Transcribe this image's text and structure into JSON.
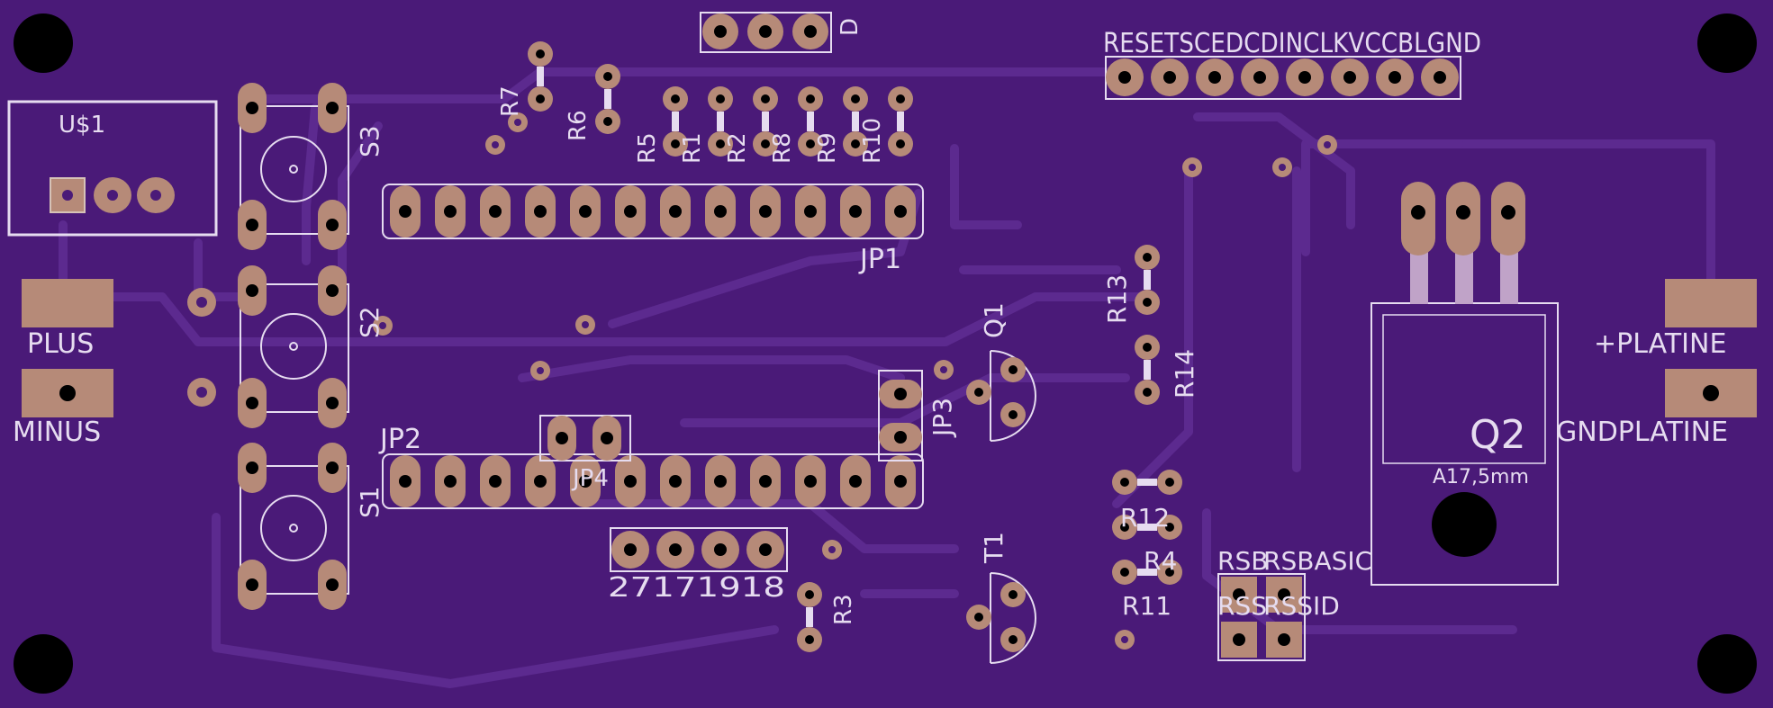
{
  "board": {
    "colors": {
      "board": "#4a1a78",
      "trace": "#5c2a8f",
      "pad": "#b68a78",
      "pad_stroke": "#d6c2b7",
      "silk": "#e6dcf0",
      "hole": "#000000"
    },
    "labels": {
      "us1": "U$1",
      "plus": "PLUS",
      "minus": "MINUS",
      "s1": "S1",
      "s2": "S2",
      "s3": "S3",
      "r1": "R1",
      "r2": "R2",
      "r3": "R3",
      "r4": "R4",
      "r5": "R5",
      "r6": "R6",
      "r7": "R7",
      "r8": "R8",
      "r9": "R9",
      "r10": "R10",
      "r11": "R11",
      "r12": "R12",
      "r13": "R13",
      "r14": "R14",
      "jp1": "JP1",
      "jp2": "JP2",
      "jp3": "JP3",
      "jp4": "JP4",
      "q1": "Q1",
      "q2": "Q2",
      "t1": "T1",
      "a17": "A17,5mm",
      "plus_platine": "+PLATINE",
      "gnd_platine": "GNDPLATINE",
      "header_top": "RESETSCEDCDINCLKVCCBLGND",
      "dvs": "D",
      "pins_bottom": "27171918",
      "rsbasic": "RSBASIC",
      "rssid": "RSSID",
      "rsb": "RSB",
      "rss": "RSS"
    }
  }
}
